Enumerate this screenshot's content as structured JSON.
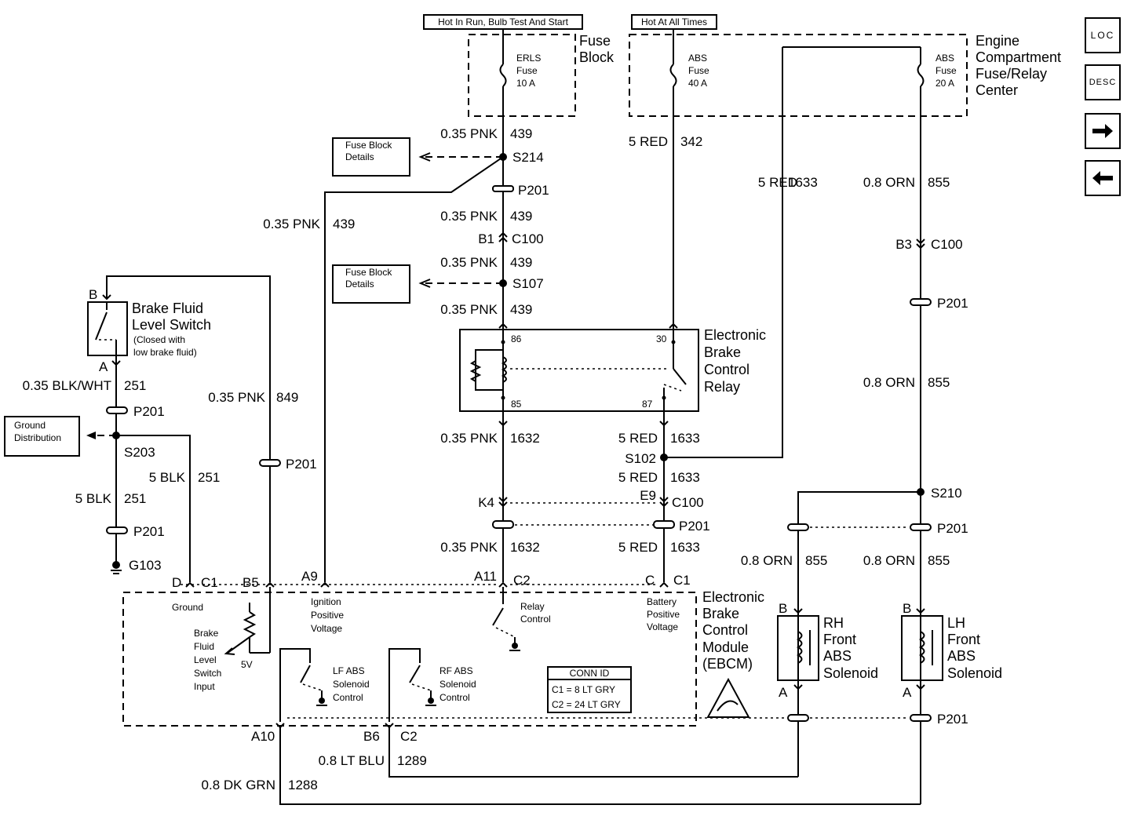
{
  "headers": {
    "run": "Hot In Run, Bulb Test And Start",
    "always": "Hot At All Times"
  },
  "blocks": {
    "fuse_block": [
      "Fuse",
      "Block"
    ],
    "ecfrc": [
      "Engine",
      "Compartment",
      "Fuse/Relay",
      "Center"
    ],
    "relay": [
      "Electronic",
      "Brake",
      "Control",
      "Relay"
    ],
    "ebcm": [
      "Electronic",
      "Brake",
      "Control",
      "Module",
      "(EBCM)"
    ],
    "bfls": [
      "Brake Fluid",
      "Level Switch"
    ],
    "bfls_note": [
      "(Closed with",
      "low brake fluid)"
    ],
    "rh_sol": [
      "RH",
      "Front",
      "ABS",
      "Solenoid"
    ],
    "lh_sol": [
      "LH",
      "Front",
      "ABS",
      "Solenoid"
    ]
  },
  "fuses": {
    "erls": [
      "ERLS",
      "Fuse",
      "10 A"
    ],
    "abs40": [
      "ABS",
      "Fuse",
      "40 A"
    ],
    "abs20": [
      "ABS",
      "Fuse",
      "20 A"
    ]
  },
  "ref_boxes": {
    "fuse_block_details": [
      "Fuse Block",
      "Details"
    ],
    "ground_dist": [
      "Ground",
      "Distribution"
    ]
  },
  "wires": {
    "pnk439": "0.35 PNK",
    "c439": "439",
    "pnk849": "0.35 PNK",
    "c849": "849",
    "pnk1632": "0.35 PNK",
    "c1632": "1632",
    "red342": "5 RED",
    "c342": "342",
    "red1633": "5 RED",
    "c1633": "1633",
    "orn855": "0.8 ORN",
    "c855": "855",
    "blkwht251": "0.35 BLK/WHT",
    "blk251": "5 BLK",
    "c251": "251",
    "ltblu": "0.8 LT BLU",
    "c1289": "1289",
    "dkgrn": "0.8 DK GRN",
    "c1288": "1288"
  },
  "splices": {
    "s214": "S214",
    "s107": "S107",
    "s203": "S203",
    "s102": "S102",
    "s210": "S210"
  },
  "connectors": {
    "p201": "P201",
    "c100": "C100",
    "g103": "G103",
    "c1": "C1",
    "c2": "C2"
  },
  "pins": {
    "b1": "B1",
    "b3": "B3",
    "e9": "E9",
    "k4": "K4",
    "a": "A",
    "b": "B",
    "c": "C",
    "d": "D",
    "b5": "B5",
    "a9": "A9",
    "a11": "A11",
    "a10": "A10",
    "b6": "B6",
    "r86": "86",
    "r85": "85",
    "r30": "30",
    "r87": "87"
  },
  "ebcm_inputs": {
    "ground": "Ground",
    "bfls_input": [
      "Brake",
      "Fluid",
      "Level",
      "Switch",
      "Input"
    ],
    "v5": "5V",
    "ign": [
      "Ignition",
      "Positive",
      "Voltage"
    ],
    "relay_ctrl": [
      "Relay",
      "Control"
    ],
    "batt": [
      "Battery",
      "Positive",
      "Voltage"
    ],
    "lf": [
      "LF ABS",
      "Solenoid",
      "Control"
    ],
    "rf": [
      "RF ABS",
      "Solenoid",
      "Control"
    ]
  },
  "conn_id": {
    "title": "CONN ID",
    "l1": "C1 = 8 LT GRY",
    "l2": "C2 = 24 LT GRY"
  },
  "nav": {
    "loc": "LOC",
    "desc": "DESC",
    "next_icon": "arrow-right-icon",
    "prev_icon": "arrow-left-icon"
  }
}
